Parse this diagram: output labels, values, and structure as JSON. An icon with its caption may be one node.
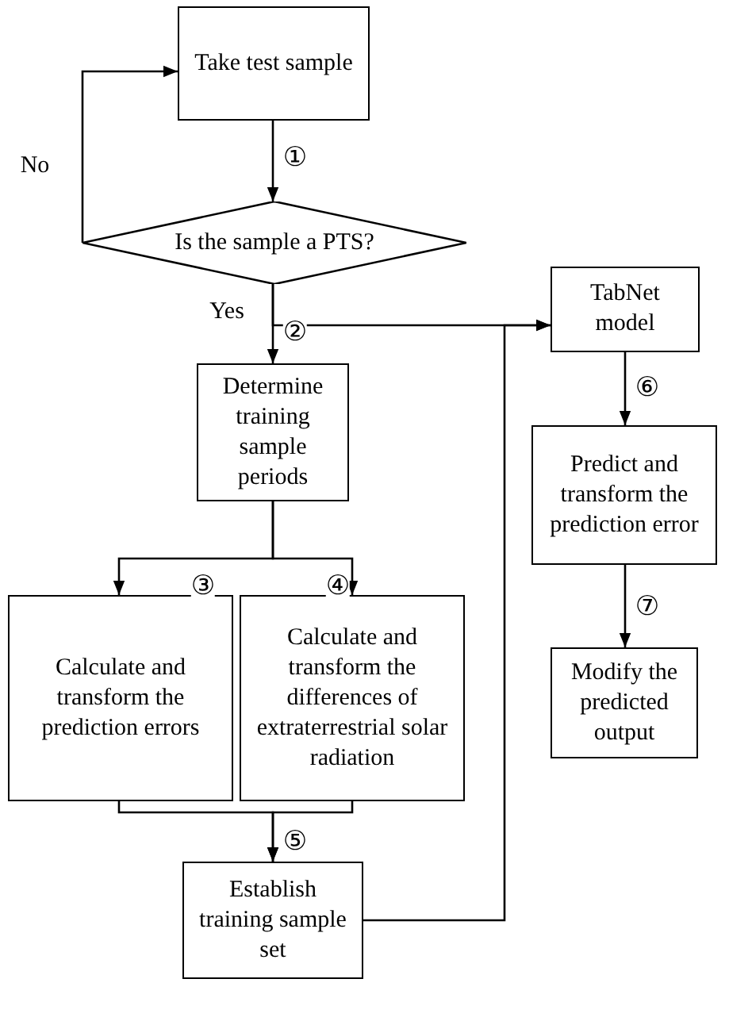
{
  "diagram": {
    "nodes": [
      {
        "text": [
          "Take test sample"
        ]
      },
      {
        "text": [
          "Is the sample a PTS?"
        ]
      },
      {
        "text": [
          "Determine training sample periods"
        ]
      },
      {
        "text": [
          "Calculate and transform the prediction errors"
        ]
      },
      {
        "text": [
          "Calculate and transform the differences of extraterrestrial solar radiation"
        ]
      },
      {
        "text": [
          "Establish training sample set"
        ]
      },
      {
        "text": [
          "TabNet model"
        ]
      },
      {
        "text": [
          "Predict and transform the prediction error"
        ]
      },
      {
        "text": [
          "Modify the predicted output"
        ]
      }
    ],
    "edges": [
      {
        "from": 0,
        "to": 1,
        "arrow": "to",
        "label": "①"
      },
      {
        "from": 1,
        "to": 0,
        "arrow": "to",
        "label": "No"
      },
      {
        "from": 1,
        "to": 2,
        "arrow": "to",
        "label": "②"
      },
      {
        "from": 1,
        "to": 6,
        "arrow": "to"
      },
      {
        "from": 2,
        "to": 3,
        "arrow": "to",
        "label": "③"
      },
      {
        "from": 2,
        "to": 4,
        "arrow": "to",
        "label": "④"
      },
      {
        "from": 3,
        "to": 5,
        "arrow": "to",
        "label": "⑤"
      },
      {
        "from": 4,
        "to": 5,
        "arrow": "to"
      },
      {
        "from": 5,
        "to": 6,
        "arrow": "to"
      },
      {
        "from": 6,
        "to": 7,
        "arrow": "to",
        "label": "⑥"
      },
      {
        "from": 7,
        "to": 8,
        "arrow": "to",
        "label": "⑦"
      }
    ],
    "labels": [
      "Yes"
    ]
  }
}
